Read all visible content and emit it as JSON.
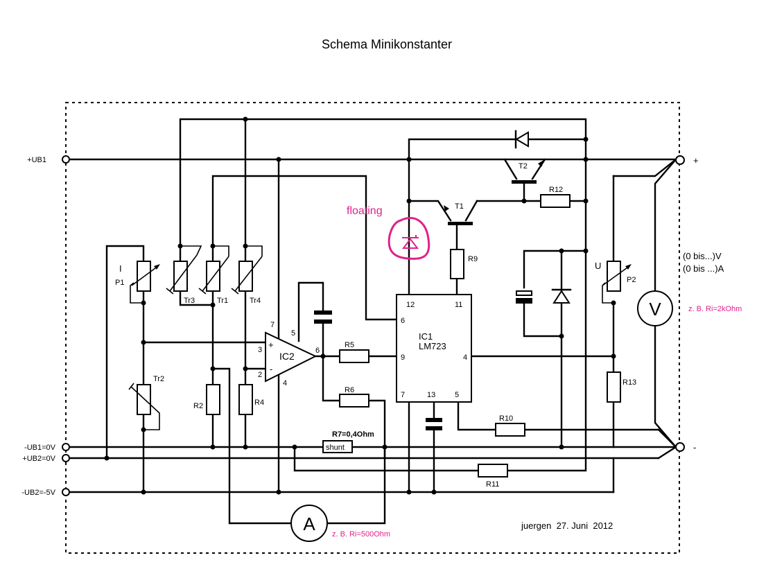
{
  "title": "Schema Minikonstanter",
  "terminals": {
    "ub1_plus": "+UB1",
    "ub1_minus": "-UB1=0V",
    "ub2_plus": "+UB2=0V",
    "ub2_minus": "-UB2=-5V",
    "out_plus": "+",
    "out_minus": "-"
  },
  "components": {
    "p1": "P1",
    "p1_mode": "I",
    "p2": "P2",
    "p2_mode": "U",
    "tr1": "Tr1",
    "tr2": "Tr2",
    "tr3": "Tr3",
    "tr4": "Tr4",
    "r2": "R2",
    "r4": "R4",
    "r5": "R5",
    "r6": "R6",
    "r7": "R7=0,4Ohm",
    "shunt": "shunt",
    "r9": "R9",
    "r10": "R10",
    "r11": "R11",
    "r12": "R12",
    "r13": "R13",
    "t1": "T1",
    "t2": "T2",
    "ic2": "IC2",
    "ic1_name": "IC1",
    "ic1_type": "LM723",
    "ammeter": "A",
    "voltmeter": "V"
  },
  "ic2_pins": {
    "p7": "7",
    "p5": "5",
    "p3": "3",
    "p2": "2",
    "p6": "6",
    "p4": "4",
    "plus": "+",
    "minus": "-"
  },
  "ic1_pins": {
    "p12": "12",
    "p11": "11",
    "p6": "6",
    "p9": "9",
    "p4": "4",
    "p7": "7",
    "p13": "13",
    "p5": "5"
  },
  "annotations": {
    "floating": "floating",
    "range_v": "(0 bis...)V",
    "range_a": "(0 bis ...)A",
    "voltmeter_ri": "z. B. Ri=2kOhm",
    "ammeter_ri": "z. B. Ri=500Ohm",
    "author_date": "juergen  27. Juni  2012"
  },
  "colors": {
    "annotation": "#e0208a",
    "wire": "#000000"
  }
}
